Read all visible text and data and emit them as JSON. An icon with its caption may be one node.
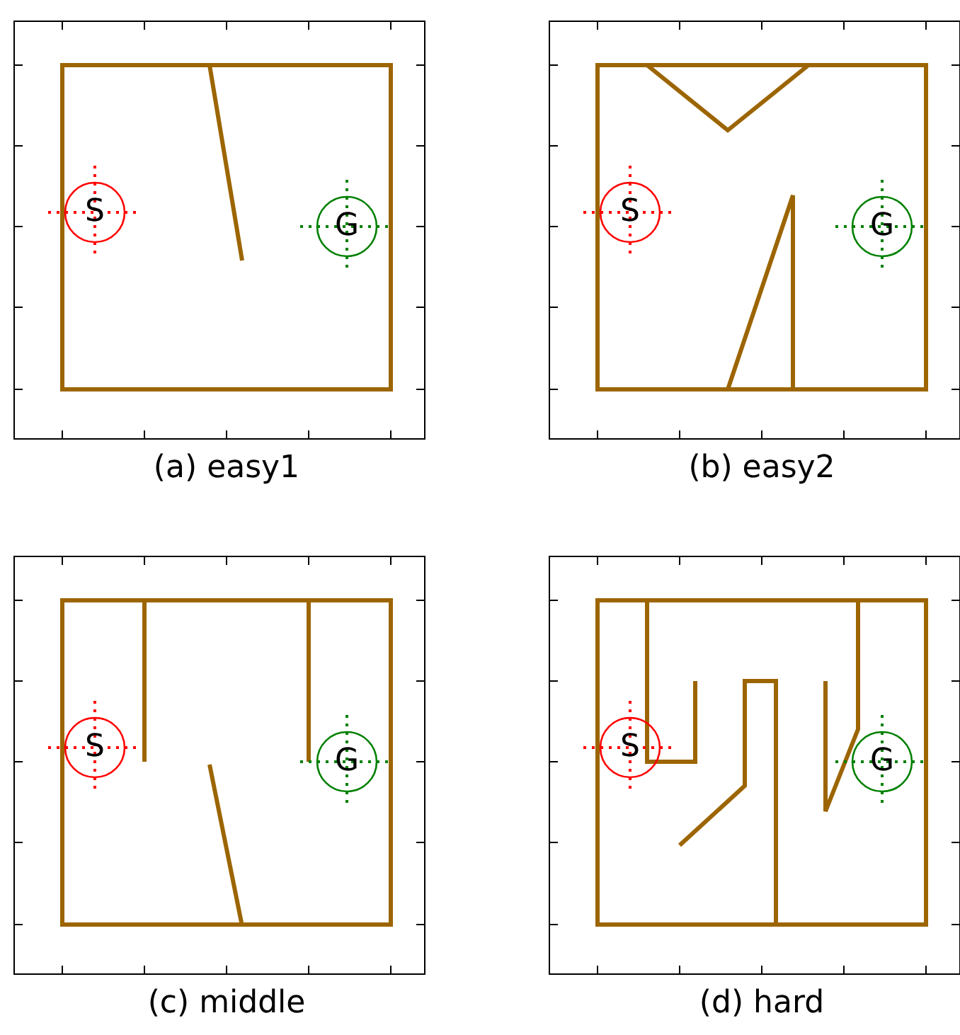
{
  "diagram": {
    "nodes": [
      {
        "text": [
          "(a) easy1"
        ]
      },
      {
        "text": [
          "S"
        ],
        "in": 0
      },
      {
        "text": [
          "G"
        ],
        "in": 0
      },
      {
        "text": [
          "(b) easy2"
        ]
      },
      {
        "text": [
          "S"
        ],
        "in": 3
      },
      {
        "text": [
          "G"
        ],
        "in": 3
      },
      {
        "text": [
          "(c) middle"
        ]
      },
      {
        "text": [
          "S"
        ],
        "in": 6
      },
      {
        "text": [
          "G"
        ],
        "in": 6
      },
      {
        "text": [
          "(d) hard"
        ]
      },
      {
        "text": [
          "S"
        ],
        "in": 9
      },
      {
        "text": [
          "G"
        ],
        "in": 9
      }
    ]
  }
}
